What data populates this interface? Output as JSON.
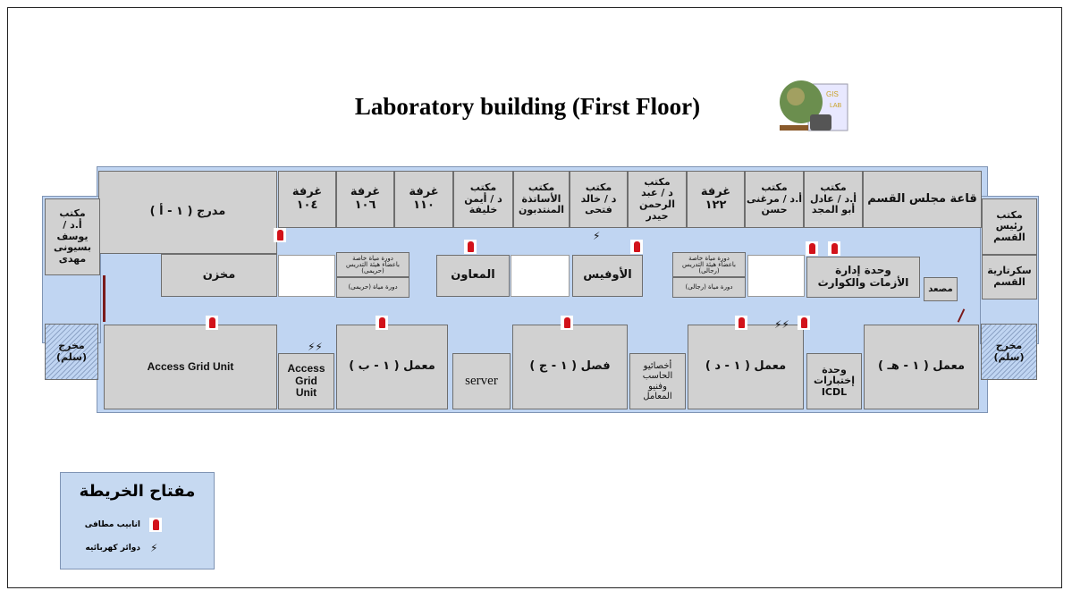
{
  "title": "Laboratory building (First Floor)",
  "logo_text": "GIS LAB",
  "rooms": [
    "مدرج ( ١ - أ )",
    "مكتب\nأ.د / يوسف\nبسيونى مهدى",
    "غرفة\n١٠٤",
    "غرفة\n١٠٦",
    "غرفة\n١١٠",
    "مكتب\nد / أيمن خليفة",
    "مكتب\nالأساتذة\nالمنتدبون",
    "مكتب\nد / خالد\nفتحى",
    "مكتب\nد / عبد الرحمن\nحيدر",
    "غرفة\n١٢٢",
    "مكتب\nأ.د / مرغنى\nحسن",
    "مكتب\nأ.د / عادل\nأبو المجد",
    "قاعة مجلس القسم",
    "مكتب\nرئيس القسم",
    "سكرتارية\nالقسم",
    "مخزن",
    "دورة مياة خاصة\nباعضاء هيئة التدريس\n(حريمى)",
    "دورة مياة (حريمى)",
    "المعاون",
    "الأوفيس",
    "دورة مياة خاصة\nباعضاء هيئة التدريس\n(رجالى)",
    "دورة مياة (رجالى)",
    "وحدة إدارة\nالأزمات والكوارث",
    "مصعد",
    "مخرج\n(سلم)",
    "Access Grid Unit",
    "Access\nGrid\nUnit",
    "معمل ( ١ - ب )",
    "server",
    "فصل ( ١ - ج )",
    "أخصائيو\nالحاسب\nوفنيو\nالمعامل",
    "معمل ( ١ - د )",
    "وحدة\nإختبارات\nICDL",
    "معمل ( ١ - هـ )",
    "مخرج\n(سلم)"
  ],
  "legend": {
    "title": "مفتاح الخريطة",
    "items": [
      {
        "label": "انابيب مطافى",
        "icon": "fire-extinguisher-icon"
      },
      {
        "label": "دوائر كهربائيه",
        "icon": "electric-circuit-icon"
      }
    ]
  },
  "colors": {
    "corridor": "#c0d5f2",
    "room": "#d1d1d1",
    "extinguisher": "#d2121a"
  }
}
